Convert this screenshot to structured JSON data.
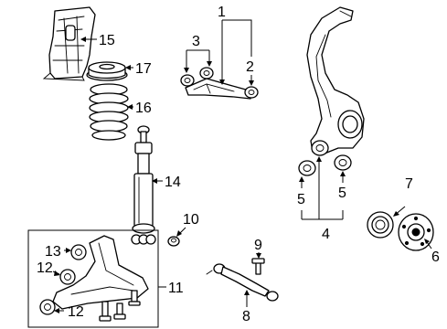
{
  "callouts": {
    "c1": "1",
    "c2": "2",
    "c3": "3",
    "c4": "4",
    "c5a": "5",
    "c5b": "5",
    "c6": "6",
    "c7": "7",
    "c8": "8",
    "c9": "9",
    "c10": "10",
    "c11": "11",
    "c12a": "12",
    "c12b": "12",
    "c13": "13",
    "c14": "14",
    "c15": "15",
    "c16": "16",
    "c17": "17"
  },
  "colors": {
    "line": "#000000",
    "background": "#ffffff"
  }
}
